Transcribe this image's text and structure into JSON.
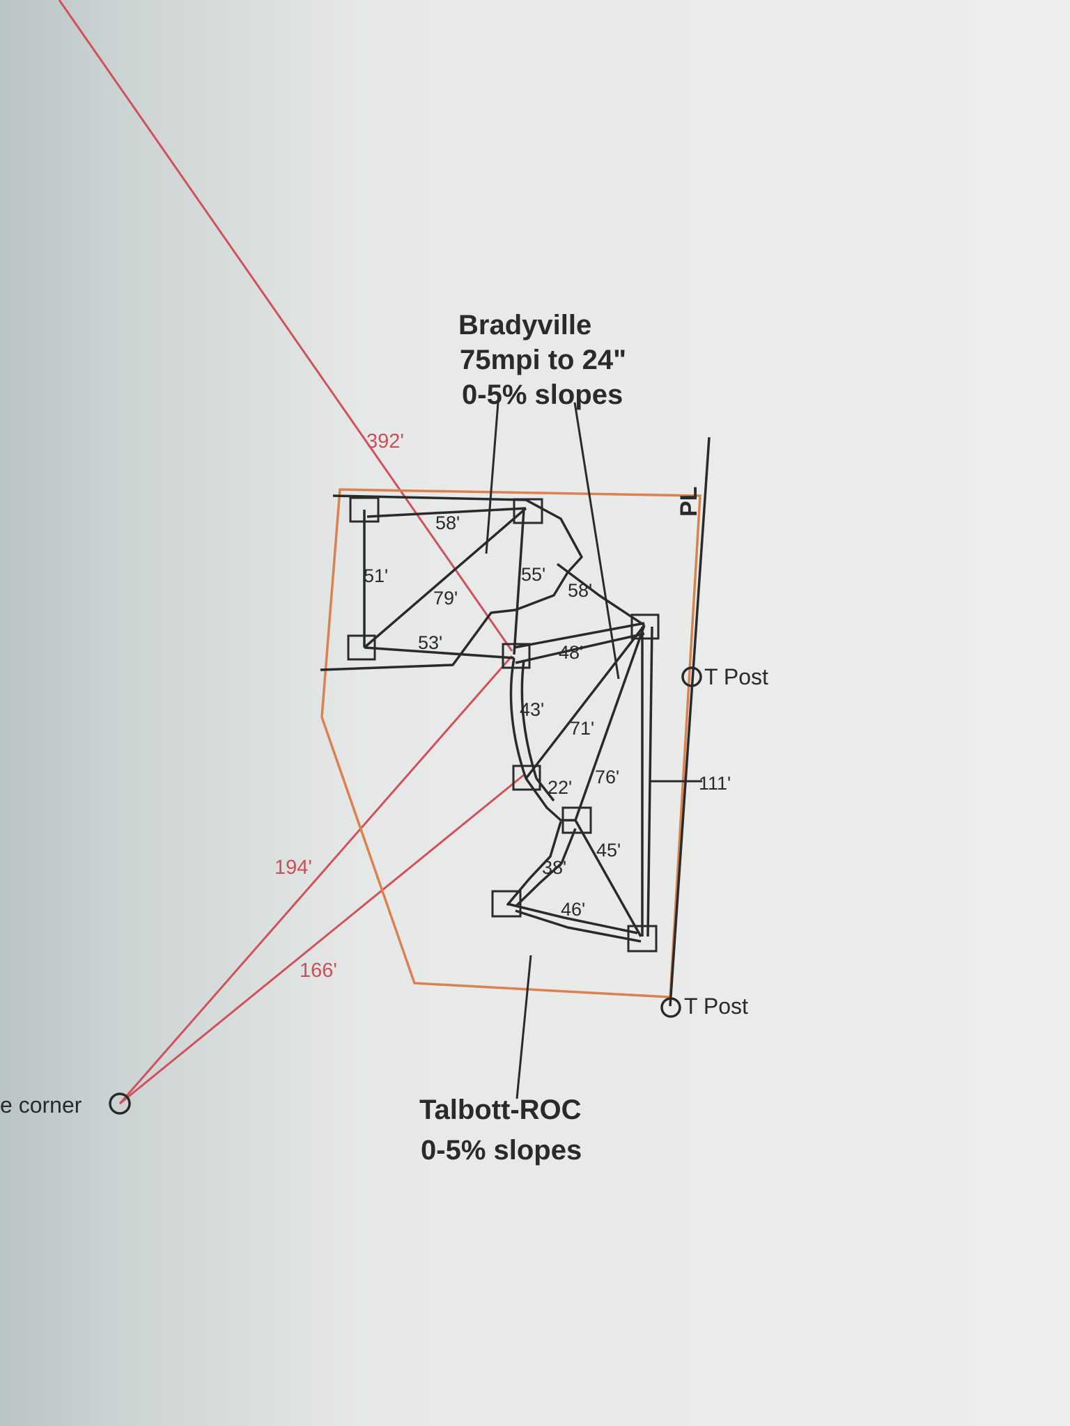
{
  "colors": {
    "paper": "#e9ecea",
    "ink": "#2a2a2a",
    "red_line": "#d0505c",
    "orange_boundary": "#d9824f"
  },
  "labels": {
    "top_soil": [
      "Bradyville",
      "75mpi to 24\"",
      "0-5% slopes"
    ],
    "bottom_soil": [
      "Talbott-ROC",
      "0-5% slopes"
    ],
    "property_line": "PL",
    "t_post_upper": "T Post",
    "t_post_lower": "T Post",
    "corner": "e corner"
  },
  "red_dimensions": {
    "d392": "392'",
    "d194": "194'",
    "d166": "166'"
  },
  "dimensions": {
    "d58a": "58'",
    "d51": "51'",
    "d79": "79'",
    "d55": "55'",
    "d58b": "58'",
    "d53": "53'",
    "d48": "48'",
    "d43": "43'",
    "d71": "71'",
    "d22": "22'",
    "d76": "76'",
    "d111": "111'",
    "d45": "45'",
    "d38": "38'",
    "d46": "46'"
  },
  "icons": [
    "survey-point-icon",
    "stake-square-icon"
  ]
}
